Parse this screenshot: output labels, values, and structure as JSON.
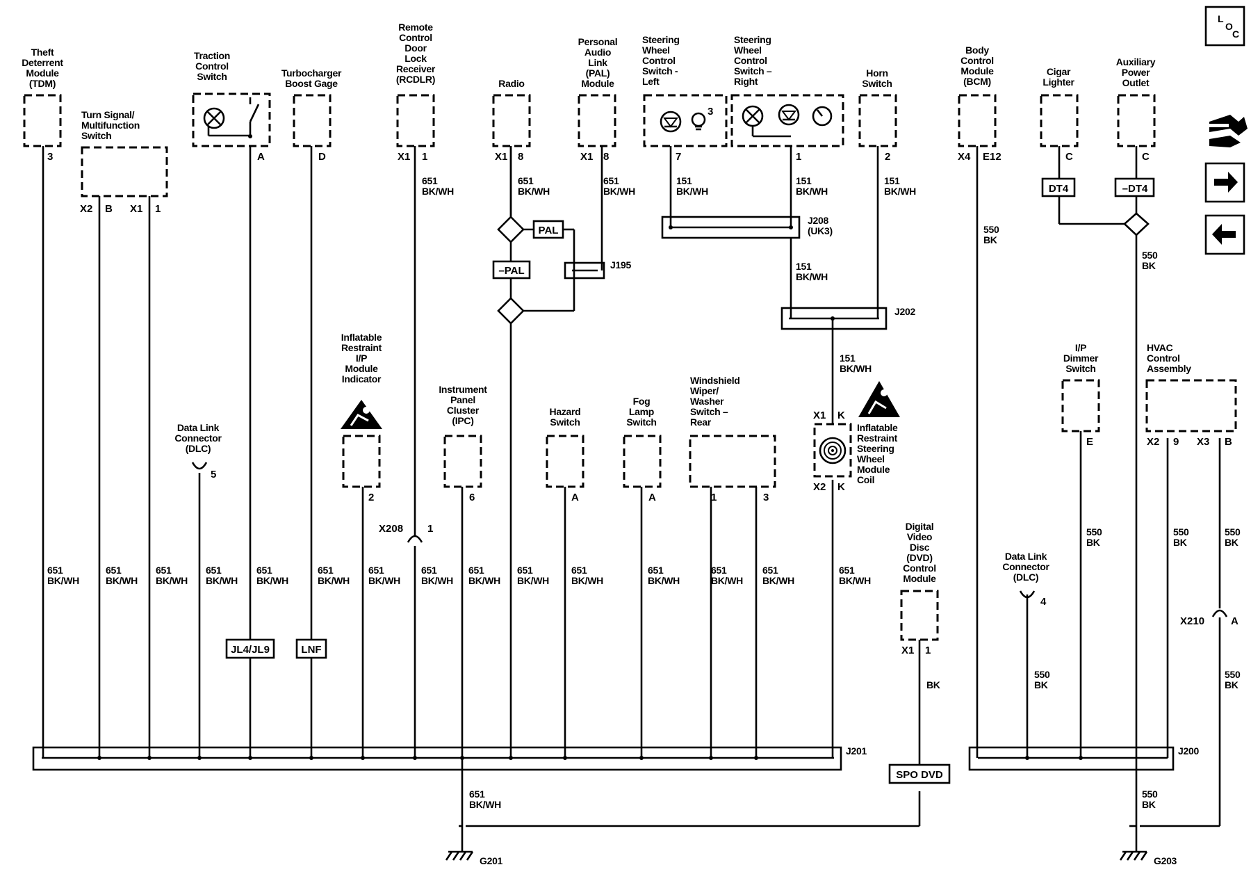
{
  "nav": {
    "loc_label": [
      "L",
      "O",
      "C"
    ]
  },
  "modules": {
    "tdm": [
      "Theft",
      "Deterrent",
      "Module",
      "(TDM)"
    ],
    "turn": [
      "Turn Signal/",
      "Multifunction",
      "Switch"
    ],
    "traction": [
      "Traction",
      "Control",
      "Switch"
    ],
    "turbo": [
      "Turbocharger",
      "Boost Gage"
    ],
    "rcdlr": [
      "Remote",
      "Control",
      "Door",
      "Lock",
      "Receiver",
      "(RCDLR)"
    ],
    "radio": [
      "Radio"
    ],
    "pal": [
      "Personal",
      "Audio",
      "Link",
      "(PAL)",
      "Module"
    ],
    "swc_left": [
      "Steering",
      "Wheel",
      "Control",
      "Switch -",
      "Left"
    ],
    "swc_right": [
      "Steering",
      "Wheel",
      "Control",
      "Switch –",
      "Right"
    ],
    "horn": [
      "Horn",
      "Switch"
    ],
    "bcm": [
      "Body",
      "Control",
      "Module",
      "(BCM)"
    ],
    "cigar": [
      "Cigar",
      "Lighter"
    ],
    "aux": [
      "Auxiliary",
      "Power",
      "Outlet"
    ],
    "dlc1": [
      "Data Link",
      "Connector",
      "(DLC)"
    ],
    "airbag_ind": [
      "Inflatable",
      "Restraint",
      "I/P",
      "Module",
      "Indicator"
    ],
    "ipc": [
      "Instrument",
      "Panel",
      "Cluster",
      "(IPC)"
    ],
    "hazard": [
      "Hazard",
      "Switch"
    ],
    "fog": [
      "Fog",
      "Lamp",
      "Switch"
    ],
    "wiper": [
      "Windshield",
      "Wiper/",
      "Washer",
      "Switch –",
      "Rear"
    ],
    "coil": [
      "Inflatable",
      "Restraint",
      "Steering",
      "Wheel",
      "Module",
      "Coil"
    ],
    "dvd": [
      "Digital",
      "Video",
      "Disc",
      "(DVD)",
      "Control",
      "Module"
    ],
    "dlc2": [
      "Data Link",
      "Connector",
      "(DLC)"
    ],
    "dimmer": [
      "I/P",
      "Dimmer",
      "Switch"
    ],
    "hvac": [
      "HVAC",
      "Control",
      "Assembly"
    ]
  },
  "pins": {
    "tdm": "3",
    "turn_x2": "X2",
    "turn_b": "B",
    "turn_x1": "X1",
    "turn_1": "1",
    "traction": "A",
    "turbo": "D",
    "rcdlr_x1": "X1",
    "rcdlr_1": "1",
    "radio_x1": "X1",
    "radio_8": "8",
    "pal_x1": "X1",
    "pal_8": "8",
    "swc_left": "7",
    "swc_left_3": "3",
    "swc_right": "1",
    "horn": "2",
    "bcm_x4": "X4",
    "bcm_e12": "E12",
    "cigar": "C",
    "aux": "C",
    "dlc1": "5",
    "airbag_ind": "2",
    "ipc": "6",
    "hazard": "A",
    "fog": "A",
    "wiper_1": "1",
    "wiper_3": "3",
    "x208": "X208",
    "x208_1": "1",
    "coil_x1": "X1",
    "coil_k": "K",
    "coil_x2": "X2",
    "coil_k2": "K",
    "dvd_x1": "X1",
    "dvd_1": "1",
    "dlc2": "4",
    "dimmer": "E",
    "hvac_x2": "X2",
    "hvac_9": "9",
    "hvac_x3": "X3",
    "hvac_b": "B",
    "x210": "X210",
    "x210_a": "A"
  },
  "wires": {
    "w651": [
      "651",
      "BK/WH"
    ],
    "w151": [
      "151",
      "BK/WH"
    ],
    "w550": [
      "550",
      "BK"
    ],
    "bk": "BK"
  },
  "splices": {
    "j201": "J201",
    "j200": "J200",
    "j202": "J202",
    "j208": [
      "J208",
      "(UK3)"
    ],
    "j195": "J195"
  },
  "grounds": {
    "g201": "G201",
    "g203": "G203"
  },
  "options": {
    "pal": "PAL",
    "npal": "–PAL",
    "dt4": "DT4",
    "ndt4": "–DT4",
    "jl4": "JL4/JL9",
    "lnf": "LNF",
    "spo": "SPO DVD"
  }
}
